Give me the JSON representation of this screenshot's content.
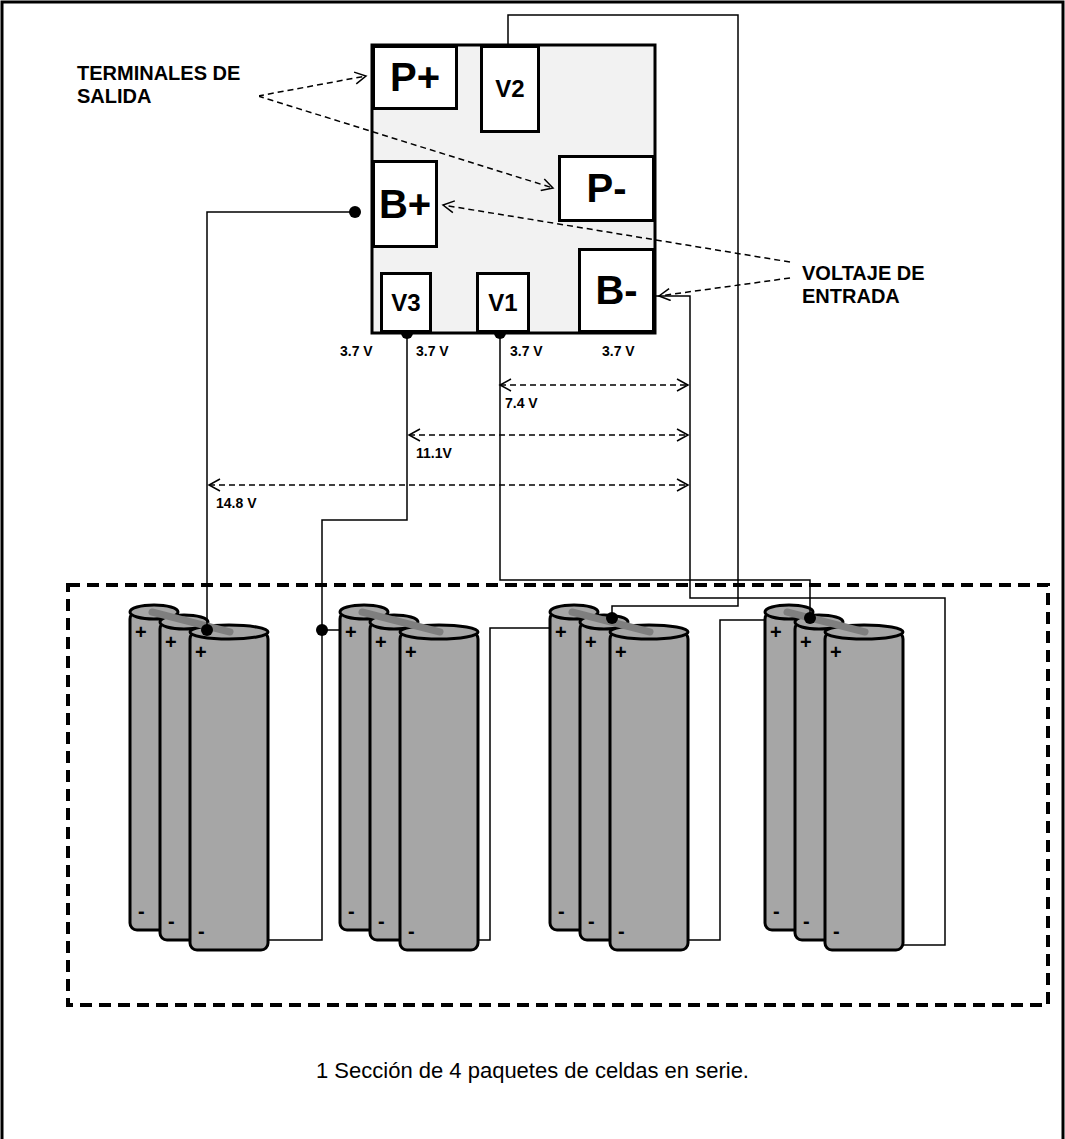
{
  "diagram": {
    "caption": "1 Sección de 4 paquetes de celdas en serie.",
    "nodes": [
      {
        "text": [
          "P+"
        ]
      },
      {
        "text": [
          "V2"
        ]
      },
      {
        "text": [
          "P-"
        ]
      },
      {
        "text": [
          "B+"
        ]
      },
      {
        "text": [
          "V3"
        ]
      },
      {
        "text": [
          "V1"
        ]
      },
      {
        "text": [
          "B-"
        ]
      }
    ],
    "labels": [
      "TERMINALES DE SALIDA",
      "VOLTAJE DE ENTRADA",
      "3.7 V",
      "3.7 V",
      "3.7 V",
      "3.7 V",
      "7.4 V",
      "11.1V",
      "14.8 V",
      "+",
      "+",
      "+",
      "+",
      "+",
      "+",
      "+",
      "+",
      "+",
      "+",
      "+",
      "+",
      "-",
      "-",
      "-",
      "-",
      "-",
      "-",
      "-",
      "-",
      "-",
      "-",
      "-",
      "-"
    ]
  }
}
